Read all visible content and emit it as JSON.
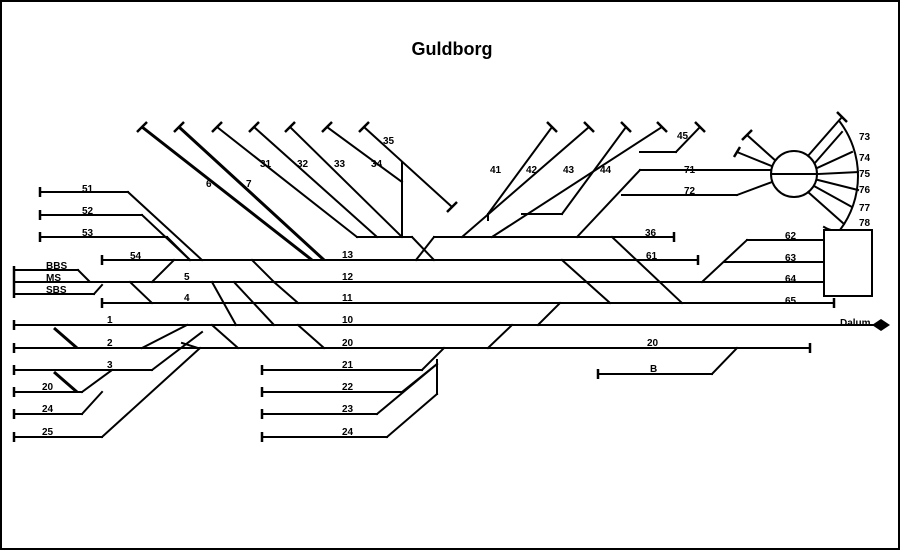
{
  "title": "Guldborg",
  "tracks": {
    "t1": "1",
    "t2": "2",
    "t3": "3",
    "t4": "4",
    "t5": "5",
    "t6": "6",
    "t7": "7",
    "t10": "10",
    "t11": "11",
    "t12": "12",
    "t13": "13",
    "t20a": "20",
    "t20b": "20",
    "t20c": "20",
    "t21": "21",
    "t22": "22",
    "t23": "23",
    "t24a": "24",
    "t24b": "24",
    "t25": "25",
    "t31": "31",
    "t32": "32",
    "t33": "33",
    "t34": "34",
    "t35": "35",
    "t36": "36",
    "t41": "41",
    "t42": "42",
    "t43": "43",
    "t44": "44",
    "t45": "45",
    "t51": "51",
    "t52": "52",
    "t53": "53",
    "t54": "54",
    "t61": "61",
    "t62": "62",
    "t63": "63",
    "t64": "64",
    "t65": "65",
    "t71": "71",
    "t72": "72",
    "t73": "73",
    "t74": "74",
    "t75": "75",
    "t76": "76",
    "t77": "77",
    "t78": "78",
    "tB": "B",
    "BBS": "BBS",
    "MS": "MS",
    "SBS": "SBS"
  },
  "exit_label": "Dalum"
}
